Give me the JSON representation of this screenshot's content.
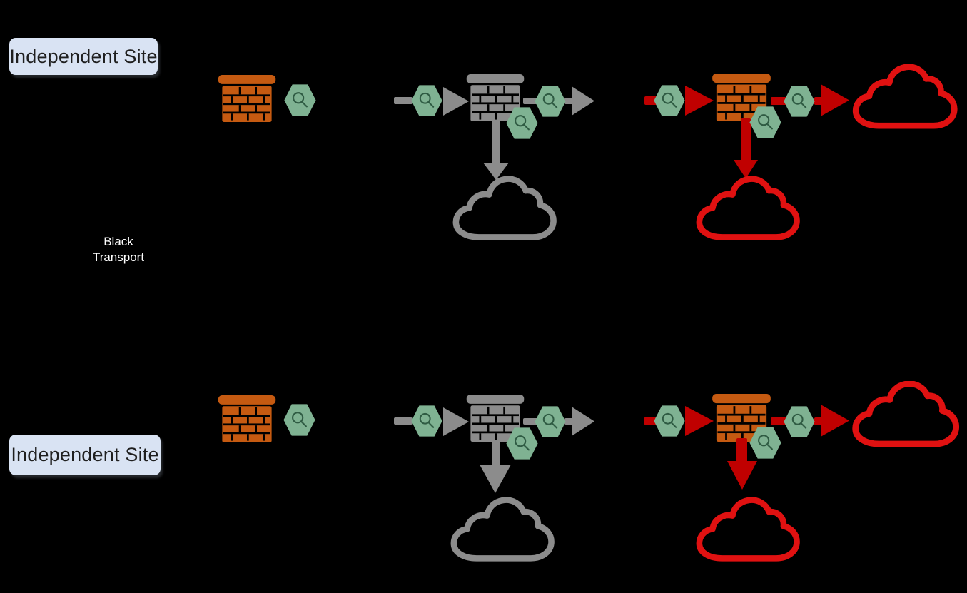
{
  "labels": {
    "site_top": "Independent Site",
    "site_bottom": "Independent Site",
    "transport": {
      "line1": "Black",
      "line2": "Transport"
    }
  },
  "icons": {
    "firewall": "firewall-brick-wall-icon",
    "inspection_point": "magnifier-in-hexagon-icon",
    "gray_cloud": "gray-cloud-outline-icon",
    "red_cloud": "red-cloud-outline-icon",
    "flow_right": "arrow-right-icon",
    "flow_down": "arrow-down-icon"
  },
  "colors": {
    "background": "#000000",
    "site-label-bg": "#d9e3f3",
    "site-label-text": "#1f1f1f",
    "firewall-orange": "#c55a11",
    "inspect-green": "#7fb292",
    "magnifier-stroke": "#2f5b43",
    "transport-gray": "#8c8c8c",
    "signal-red": "#c00000",
    "cloud-red": "#e01111",
    "transport-text": "#ffffff"
  }
}
